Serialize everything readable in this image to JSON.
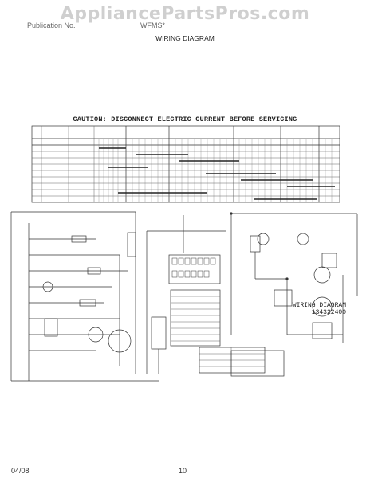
{
  "watermark": "AppliancePartsPros.com",
  "header": {
    "left": "Publication No.",
    "model": "WFMS*",
    "title": "WIRING DIAGRAM"
  },
  "caution": "CAUTION: DISCONNECT ELECTRIC CURRENT BEFORE SERVICING",
  "diagram_label": {
    "line1": "WIRING DIAGRAM",
    "line2": "134322400"
  },
  "footer": {
    "date": "04/08",
    "page": "10"
  }
}
